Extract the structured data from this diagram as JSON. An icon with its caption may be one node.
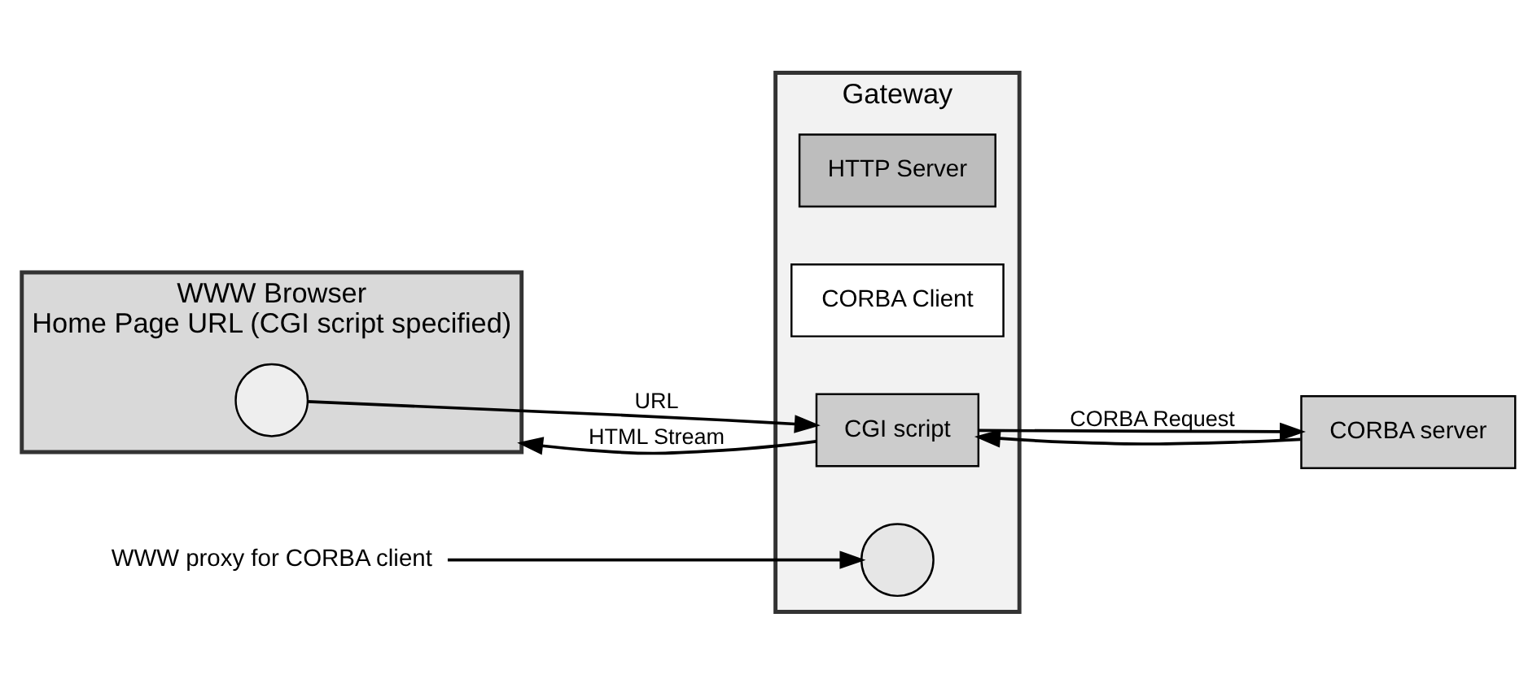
{
  "diagram": {
    "nodes": [
      {
        "text": [
          "WWW Browser",
          "Home Page URL (CGI script specified)"
        ]
      },
      {
        "text": [],
        "shape": "circle",
        "in": 0
      },
      {
        "text": [
          "Gateway"
        ]
      },
      {
        "text": [
          "HTTP Server"
        ],
        "in": 2
      },
      {
        "text": [
          "CORBA Client"
        ],
        "in": 2
      },
      {
        "text": [],
        "shape": "circle",
        "in": 2
      },
      {
        "text": [
          "CGI script"
        ],
        "in": 2
      },
      {
        "text": [
          "CORBA server"
        ]
      },
      {
        "text": [
          "WWW proxy for CORBA client"
        ]
      }
    ],
    "edges": [
      {
        "from": 1,
        "to": 6,
        "arrow": "to",
        "label": "URL"
      },
      {
        "from": 6,
        "to": 0,
        "arrow": "to",
        "label": "HTML Stream"
      },
      {
        "from": 6,
        "to": 7,
        "arrow": "to",
        "label": "CORBA Request"
      },
      {
        "from": 7,
        "to": 6,
        "arrow": "to"
      },
      {
        "from": 8,
        "to": 5,
        "arrow": "to"
      }
    ]
  }
}
